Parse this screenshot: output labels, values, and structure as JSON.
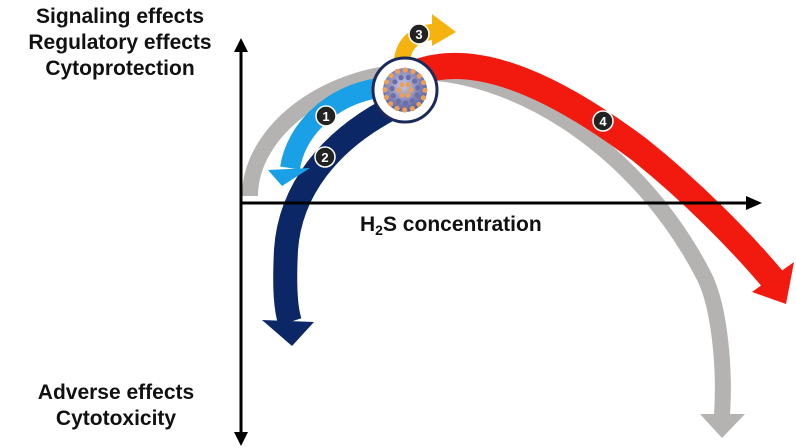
{
  "labels": {
    "top": [
      "Signaling effects",
      "Regulatory effects",
      "Cytoprotection"
    ],
    "bottom": [
      "Adverse effects",
      "Cytotoxicity"
    ],
    "x_axis": {
      "prefix": "H",
      "subscript": "2",
      "suffix": "S concentration"
    }
  },
  "markers": [
    "1",
    "2",
    "3",
    "4"
  ],
  "colors": {
    "axis": "#000000",
    "gray_curve": "#b5b2b2",
    "light_blue": "#1aa0e6",
    "dark_blue": "#0c2766",
    "yellow": "#f5b30f",
    "red": "#f21a0f",
    "marker_fill": "#222222",
    "marker_text": "#ffffff",
    "nanoparticle_dot": "#e9a05a",
    "nanoparticle_core": "#6b6fa8"
  }
}
